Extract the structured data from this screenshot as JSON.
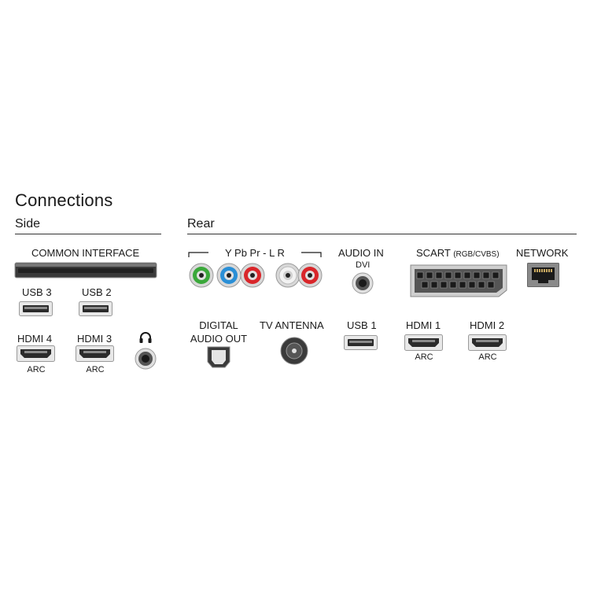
{
  "title": "Connections",
  "sections": {
    "side": "Side",
    "rear": "Rear"
  },
  "side": {
    "common_interface": "COMMON INTERFACE",
    "usb3": "USB 3",
    "usb2": "USB 2",
    "hdmi4": "HDMI 4",
    "hdmi3": "HDMI 3",
    "arc": "ARC"
  },
  "rear": {
    "component": "Y Pb Pr - L R",
    "audio_in": "AUDIO IN",
    "dvi": "DVI",
    "scart": "SCART",
    "scart_sub": "(RGB/CVBS)",
    "network": "NETWORK",
    "digital_audio_out_1": "DIGITAL",
    "digital_audio_out_2": "AUDIO OUT",
    "tv_antenna": "TV ANTENNA",
    "usb1": "USB 1",
    "hdmi1": "HDMI 1",
    "hdmi2": "HDMI 2",
    "arc": "ARC"
  },
  "icons": [
    "headphone-icon",
    "usb-port-icon",
    "hdmi-port-icon",
    "rca-jack-icon",
    "scart-port-icon",
    "ethernet-port-icon",
    "optical-port-icon",
    "coax-antenna-icon",
    "audio-jack-icon",
    "ci-slot-icon"
  ],
  "colors": {
    "green": "#3aa83a",
    "blue": "#2a8fd6",
    "red": "#d9262a",
    "white": "#f2f2f2",
    "port_gray": "#8a8a8a",
    "rule": "#333333"
  }
}
